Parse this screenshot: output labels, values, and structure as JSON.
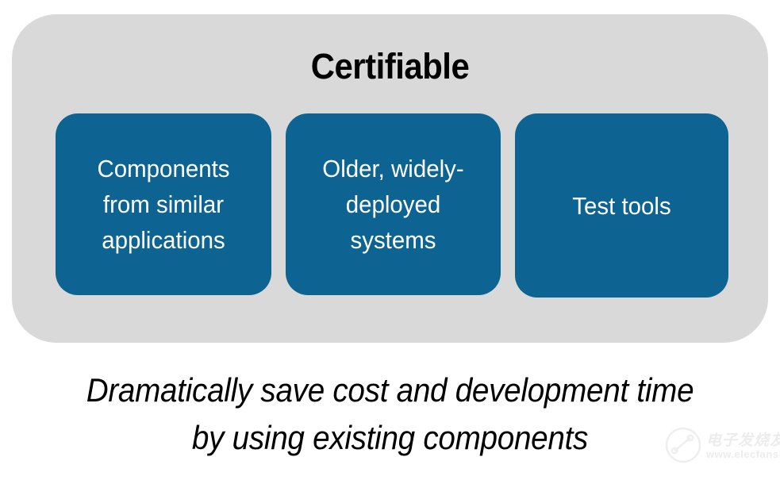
{
  "diagram": {
    "group": {
      "title": "Certifiable",
      "background_color": "#d9d9d9"
    },
    "cards": [
      {
        "name": "components",
        "label": "Components\nfrom similar\napplications",
        "color": "#0d6493",
        "text_color": "#ffffff"
      },
      {
        "name": "older-systems",
        "label": "Older, widely-\ndeployed\nsystems",
        "color": "#0d6493",
        "text_color": "#ffffff"
      },
      {
        "name": "test-tools",
        "label": "Test tools",
        "color": "#0d6493",
        "text_color": "#ffffff"
      }
    ],
    "caption": {
      "line1": "Dramatically save cost and development time",
      "line2": "by using existing components"
    }
  },
  "watermark": {
    "chinese": "电子发烧友",
    "url": "www.elecfans.com",
    "color": "#c9c9c9"
  }
}
